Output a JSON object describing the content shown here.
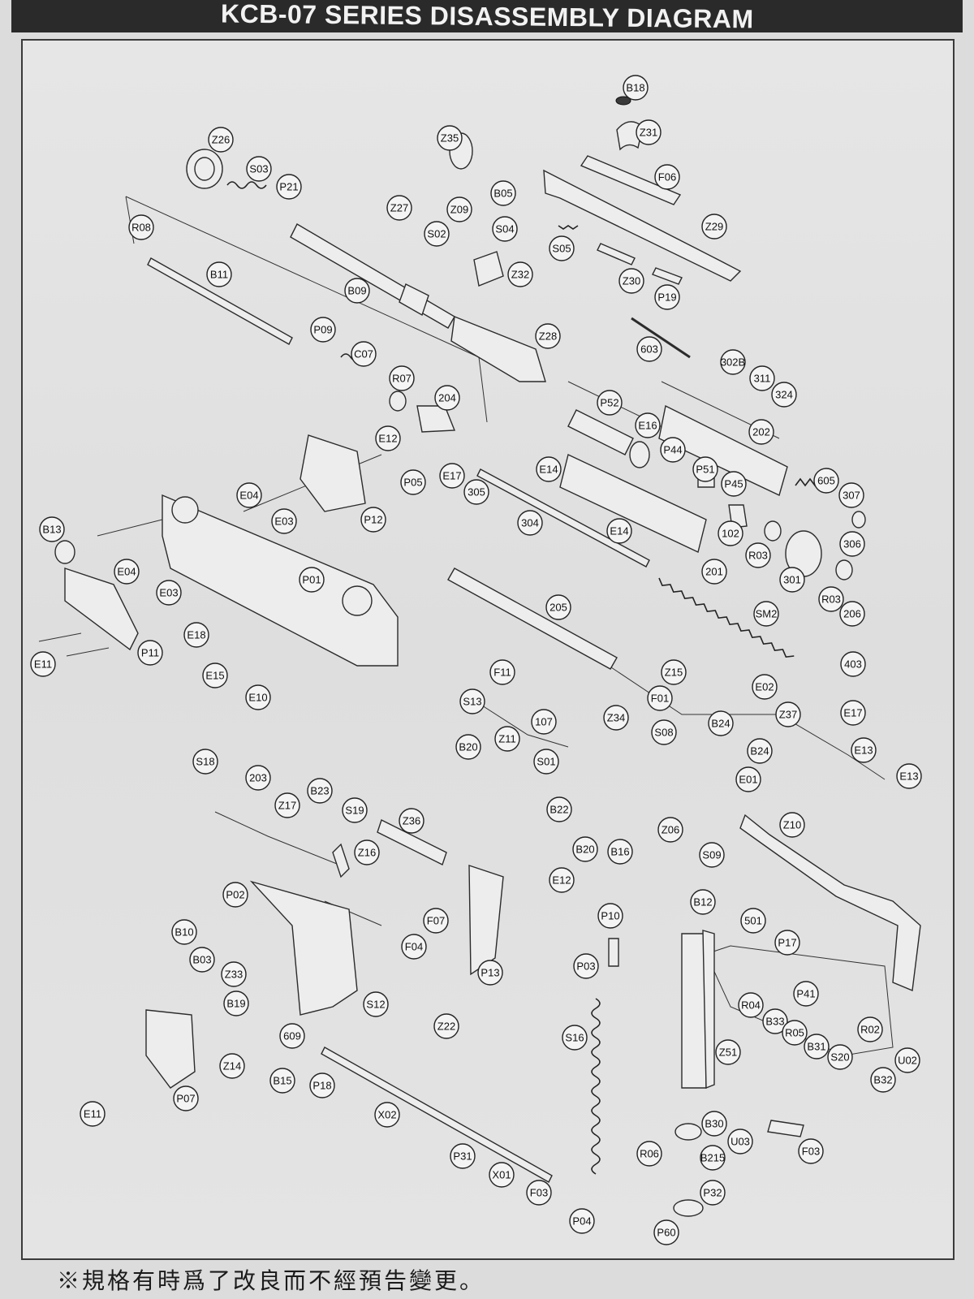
{
  "header": {
    "title": "KCB-07 SERIES DISASSEMBLY DIAGRAM"
  },
  "footer": {
    "note": "※規格有時爲了改良而不經預告變更。"
  },
  "callouts": [
    {
      "label": "B18"
    },
    {
      "label": "Z31"
    },
    {
      "label": "F06"
    },
    {
      "label": "Z29"
    },
    {
      "label": "Z30"
    },
    {
      "label": "P19"
    },
    {
      "label": "S05"
    },
    {
      "label": "Z26"
    },
    {
      "label": "S03"
    },
    {
      "label": "P21"
    },
    {
      "label": "Z35"
    },
    {
      "label": "Z09"
    },
    {
      "label": "B05"
    },
    {
      "label": "S04"
    },
    {
      "label": "Z27"
    },
    {
      "label": "S02"
    },
    {
      "label": "Z32"
    },
    {
      "label": "R08"
    },
    {
      "label": "B11"
    },
    {
      "label": "B09"
    },
    {
      "label": "Z28"
    },
    {
      "label": "603"
    },
    {
      "label": "302B"
    },
    {
      "label": "311"
    },
    {
      "label": "324"
    },
    {
      "label": "P09"
    },
    {
      "label": "C07"
    },
    {
      "label": "R07"
    },
    {
      "label": "204"
    },
    {
      "label": "P52"
    },
    {
      "label": "E16"
    },
    {
      "label": "P44"
    },
    {
      "label": "202"
    },
    {
      "label": "E12"
    },
    {
      "label": "P05"
    },
    {
      "label": "E17"
    },
    {
      "label": "305"
    },
    {
      "label": "E14"
    },
    {
      "label": "P51"
    },
    {
      "label": "P45"
    },
    {
      "label": "605"
    },
    {
      "label": "307"
    },
    {
      "label": "P12"
    },
    {
      "label": "304"
    },
    {
      "label": "E14"
    },
    {
      "label": "102"
    },
    {
      "label": "R03"
    },
    {
      "label": "306"
    },
    {
      "label": "E04"
    },
    {
      "label": "E03"
    },
    {
      "label": "B13"
    },
    {
      "label": "E04"
    },
    {
      "label": "P01"
    },
    {
      "label": "E03"
    },
    {
      "label": "301"
    },
    {
      "label": "201"
    },
    {
      "label": "R03"
    },
    {
      "label": "206"
    },
    {
      "label": "205"
    },
    {
      "label": "SM2"
    },
    {
      "label": "E18"
    },
    {
      "label": "P11"
    },
    {
      "label": "E11"
    },
    {
      "label": "E15"
    },
    {
      "label": "E10"
    },
    {
      "label": "403"
    },
    {
      "label": "F11"
    },
    {
      "label": "S13"
    },
    {
      "label": "Z15"
    },
    {
      "label": "F01"
    },
    {
      "label": "E02"
    },
    {
      "label": "E17"
    },
    {
      "label": "Z37"
    },
    {
      "label": "107"
    },
    {
      "label": "Z34"
    },
    {
      "label": "S08"
    },
    {
      "label": "B24"
    },
    {
      "label": "B20"
    },
    {
      "label": "Z11"
    },
    {
      "label": "S01"
    },
    {
      "label": "B24"
    },
    {
      "label": "E13"
    },
    {
      "label": "E01"
    },
    {
      "label": "E13"
    },
    {
      "label": "S18"
    },
    {
      "label": "203"
    },
    {
      "label": "B23"
    },
    {
      "label": "Z17"
    },
    {
      "label": "S19"
    },
    {
      "label": "Z36"
    },
    {
      "label": "B22"
    },
    {
      "label": "Z10"
    },
    {
      "label": "B20"
    },
    {
      "label": "B16"
    },
    {
      "label": "Z06"
    },
    {
      "label": "Z16"
    },
    {
      "label": "S09"
    },
    {
      "label": "E12"
    },
    {
      "label": "P02"
    },
    {
      "label": "B12"
    },
    {
      "label": "F07"
    },
    {
      "label": "P10"
    },
    {
      "label": "501"
    },
    {
      "label": "B10"
    },
    {
      "label": "P17"
    },
    {
      "label": "B03"
    },
    {
      "label": "F04"
    },
    {
      "label": "P13"
    },
    {
      "label": "P03"
    },
    {
      "label": "Z33"
    },
    {
      "label": "B19"
    },
    {
      "label": "S12"
    },
    {
      "label": "P41"
    },
    {
      "label": "R04"
    },
    {
      "label": "B33"
    },
    {
      "label": "R05"
    },
    {
      "label": "B31"
    },
    {
      "label": "R02"
    },
    {
      "label": "S16"
    },
    {
      "label": "609"
    },
    {
      "label": "Z22"
    },
    {
      "label": "S20"
    },
    {
      "label": "U02"
    },
    {
      "label": "Z14"
    },
    {
      "label": "Z51"
    },
    {
      "label": "B32"
    },
    {
      "label": "B15"
    },
    {
      "label": "P18"
    },
    {
      "label": "P07"
    },
    {
      "label": "E11"
    },
    {
      "label": "X02"
    },
    {
      "label": "B30"
    },
    {
      "label": "U03"
    },
    {
      "label": "F03"
    },
    {
      "label": "R06"
    },
    {
      "label": "B215"
    },
    {
      "label": "P31"
    },
    {
      "label": "X01"
    },
    {
      "label": "F03"
    },
    {
      "label": "P32"
    },
    {
      "label": "P04"
    },
    {
      "label": "P60"
    }
  ]
}
